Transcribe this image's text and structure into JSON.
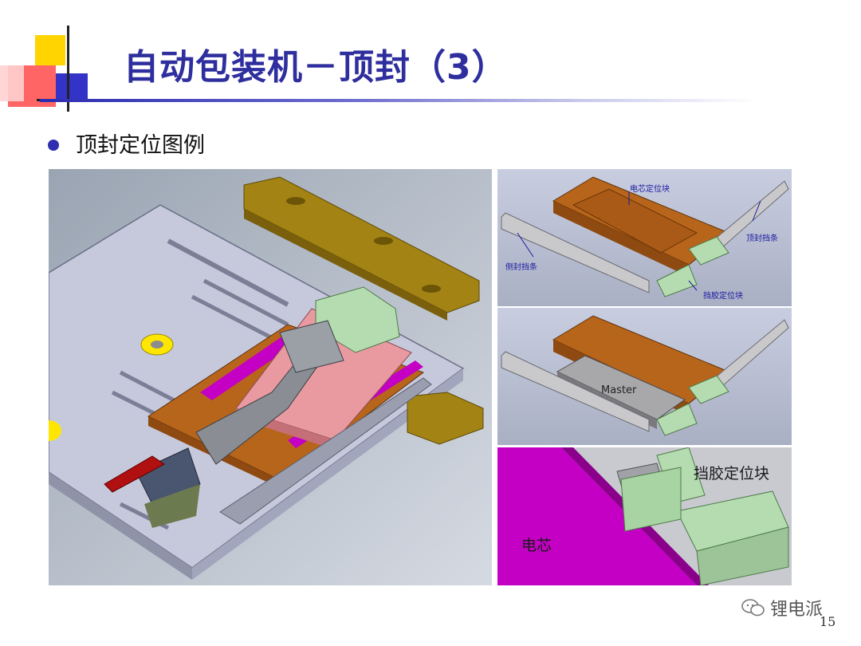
{
  "slide": {
    "title": "自动包装机－顶封（3）",
    "bullet": "顶封定位图例",
    "page_number": "15"
  },
  "figures": {
    "top_right": {
      "callouts": [
        "电芯定位块",
        "顶封挡条",
        "侧封挡条",
        "挡胶定位块"
      ]
    },
    "middle_right": {
      "label": "Master"
    },
    "bottom_right": {
      "label_block": "挡胶定位块",
      "label_cell": "电芯"
    }
  },
  "watermark": {
    "text": "锂电派",
    "icon": "wechat-icon"
  },
  "colors": {
    "title": "#2e2e9e",
    "bullet": "#2e2eae",
    "copper_part": "#b8651c",
    "olive_part": "#a38314",
    "green_part": "#b4dcb0",
    "magenta_part": "#c400c4",
    "pink_part": "#e89aa0"
  }
}
